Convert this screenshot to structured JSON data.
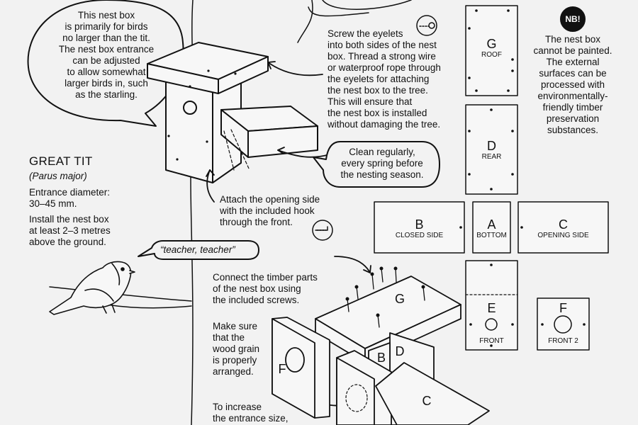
{
  "bubbles": {
    "size_note": [
      "This nest box",
      "is primarily for birds",
      "no larger than the tit.",
      "The nest box entrance",
      "can be adjusted",
      "to allow somewhat",
      "larger birds in, such",
      "as the starling."
    ],
    "cleaning_note": [
      "Clean regularly,",
      "every spring before",
      "the nesting season."
    ],
    "bird_call": "“teacher, teacher”"
  },
  "species": {
    "name": "GREAT TIT",
    "latin": "(Parus major)",
    "entrance_diameter": [
      "Entrance diameter:",
      "30–45 mm."
    ],
    "install_height": [
      "Install the nest box",
      "at least 2–3 metres",
      "above the ground."
    ]
  },
  "instructions": {
    "eyelets": [
      "Screw the eyelets",
      "into both sides of the nest",
      "box. Thread a strong wire",
      "or waterproof rope through",
      "the eyelets for attaching",
      "the nest box to the tree.",
      "This will ensure that",
      "the nest box is installed",
      "without damaging the tree."
    ],
    "hook": [
      "Attach the opening side",
      "with the included hook",
      "through the front."
    ],
    "screws": [
      "Connect the timber parts",
      "of the nest box using",
      "the included screws."
    ],
    "grain": [
      "Make sure",
      "that the",
      "wood grain",
      "is properly",
      "arranged."
    ],
    "entrance": [
      "To increase",
      "the entrance size,"
    ]
  },
  "note": {
    "badge": "NB!",
    "text": [
      "The nest box",
      "cannot be painted.",
      "The external",
      "surfaces can be",
      "processed with",
      "environmentally-",
      "friendly timber",
      "preservation",
      "substances."
    ]
  },
  "parts": {
    "G": {
      "letter": "G",
      "name": "ROOF"
    },
    "D": {
      "letter": "D",
      "name": "REAR"
    },
    "B": {
      "letter": "B",
      "name": "CLOSED SIDE"
    },
    "A": {
      "letter": "A",
      "name": "BOTTOM"
    },
    "C": {
      "letter": "C",
      "name": "OPENING SIDE"
    },
    "E": {
      "letter": "E",
      "name": "FRONT"
    },
    "F": {
      "letter": "F",
      "name": "FRONT 2"
    }
  },
  "exploded_labels": {
    "G": "G",
    "B": "B",
    "D": "D",
    "F": "F",
    "C": "C"
  },
  "icons": [
    "eyelet-icon",
    "hook-icon",
    "nb-badge-icon"
  ],
  "colors": {
    "background": "#f2f2f2",
    "ink": "#111111",
    "panel": "#f7f7f7"
  }
}
